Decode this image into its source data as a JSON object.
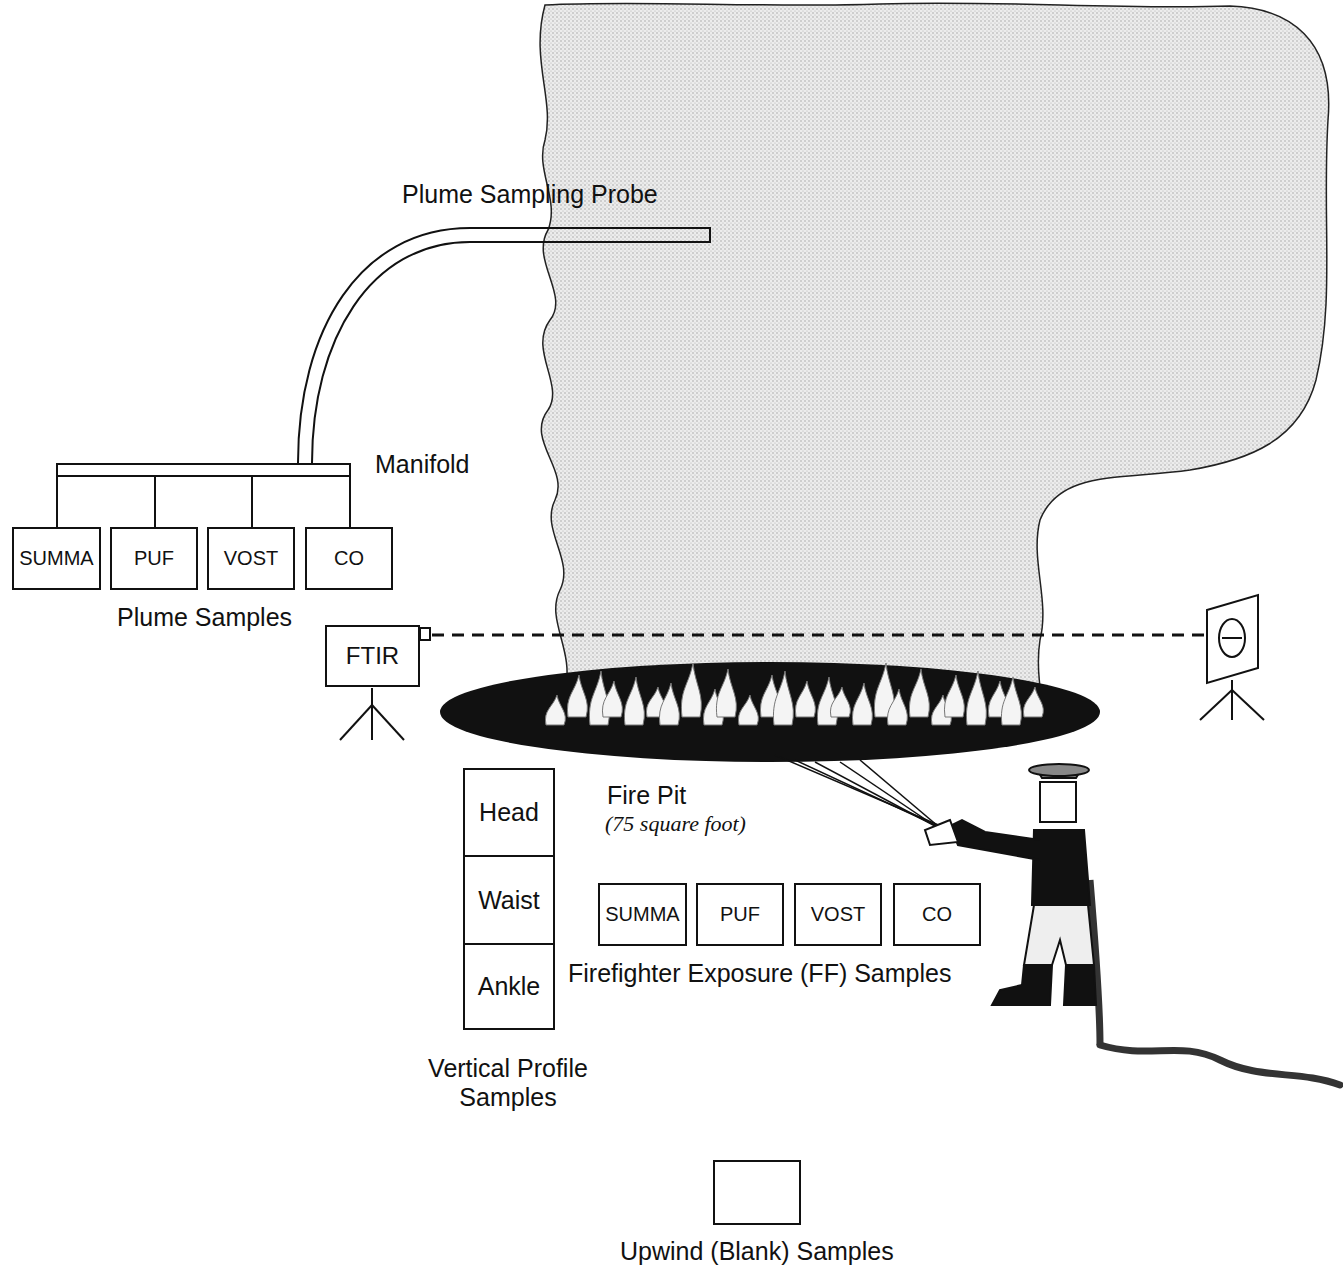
{
  "diagram": {
    "nodes": [
      {
        "text": [
          "SUMMA"
        ]
      },
      {
        "text": [
          "PUF"
        ]
      },
      {
        "text": [
          "VOST"
        ]
      },
      {
        "text": [
          "CO"
        ]
      },
      {
        "text": [
          "FTIR"
        ]
      },
      {
        "text": [
          "Head"
        ]
      },
      {
        "text": [
          "Waist"
        ]
      },
      {
        "text": [
          "Ankle"
        ]
      },
      {
        "text": [
          "SUMMA"
        ]
      },
      {
        "text": [
          "PUF"
        ]
      },
      {
        "text": [
          "VOST"
        ]
      },
      {
        "text": [
          "CO"
        ]
      },
      {
        "text": [
          "Upwind (Blank) Samples"
        ]
      }
    ],
    "labels": [
      "Plume Sampling Probe",
      "Manifold",
      "Plume Samples",
      "Fire Pit",
      "(75 square foot)",
      "Vertical Profile Samples",
      "Firefighter Exposure (FF) Samples"
    ]
  }
}
